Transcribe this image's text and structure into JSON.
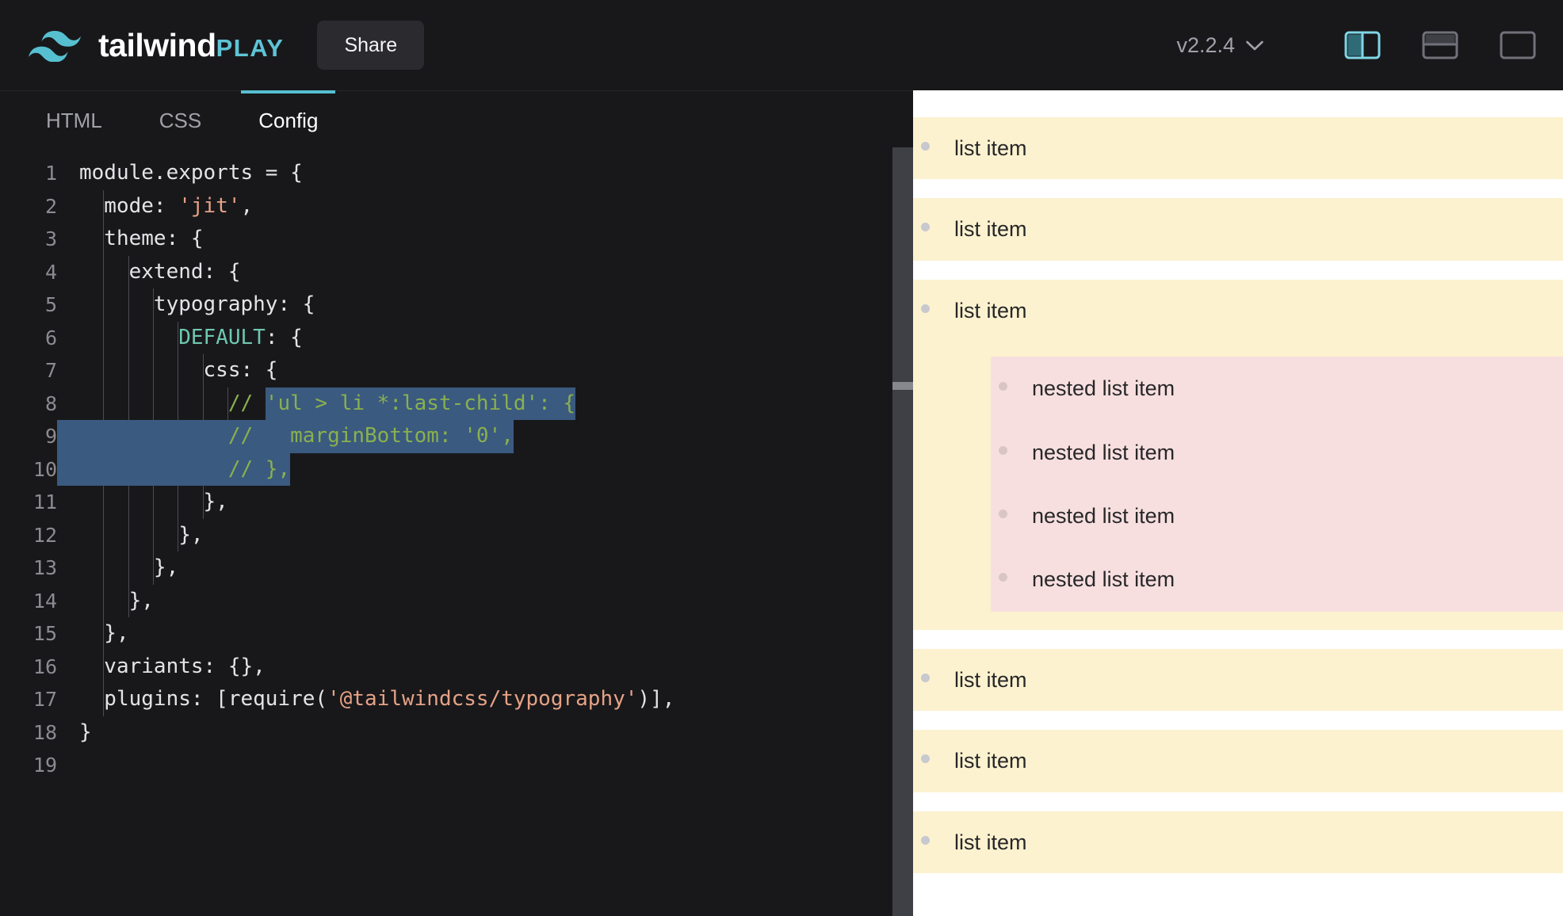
{
  "header": {
    "brand_primary": "tailwind",
    "brand_secondary": "PLAY",
    "logo_icon": "tailwind-wave-logo",
    "share_label": "Share",
    "version": "v2.2.4",
    "chevron_icon": "chevron-down-icon",
    "layout_buttons": [
      {
        "name": "vertical-split-layout",
        "icon": "split-vertical-icon",
        "active": true
      },
      {
        "name": "horizontal-split-layout",
        "icon": "split-horizontal-icon",
        "active": false
      },
      {
        "name": "single-pane-layout",
        "icon": "single-pane-icon",
        "active": false
      }
    ],
    "accent_color": "#56c0d1"
  },
  "editor": {
    "tabs": [
      {
        "label": "HTML",
        "active": false
      },
      {
        "label": "CSS",
        "active": false
      },
      {
        "label": "Config",
        "active": true
      }
    ],
    "line_numbers": [
      "1",
      "2",
      "3",
      "4",
      "5",
      "6",
      "7",
      "8",
      "9",
      "10",
      "11",
      "12",
      "13",
      "14",
      "15",
      "16",
      "17",
      "18",
      "19"
    ],
    "lines": [
      "module.exports = {",
      "  mode: 'jit',",
      "  theme: {",
      "    extend: {",
      "      typography: {",
      "        DEFAULT: {",
      "          css: {",
      "            // 'ul > li *:last-child': {",
      "            //   marginBottom: '0',",
      "            // },",
      "          },",
      "        },",
      "      },",
      "    },",
      "  },",
      "  variants: {},",
      "  plugins: [require('@tailwindcss/typography')],",
      "}",
      ""
    ],
    "selected_lines": [
      8,
      9,
      10
    ],
    "colors": {
      "background": "#18181b",
      "text": "#e4e4e7",
      "line_number": "#8b8b92",
      "string": "#e6a285",
      "comment": "#8ab04e",
      "constant": "#6ec8b0",
      "selection": "#3a5a80"
    }
  },
  "preview": {
    "items": [
      {
        "label": "list item",
        "nested": []
      },
      {
        "label": "list item",
        "nested": []
      },
      {
        "label": "list item",
        "nested": [
          {
            "label": "nested list item"
          },
          {
            "label": "nested list item"
          },
          {
            "label": "nested list item"
          },
          {
            "label": "nested list item"
          }
        ]
      },
      {
        "label": "list item",
        "nested": []
      },
      {
        "label": "list item",
        "nested": []
      },
      {
        "label": "list item",
        "nested": []
      }
    ],
    "colors": {
      "item_background": "#fcf2cf",
      "nested_background": "#f8dfdf",
      "bullet": "#c8c8cf",
      "text": "#27272a",
      "page_background": "#ffffff"
    }
  }
}
